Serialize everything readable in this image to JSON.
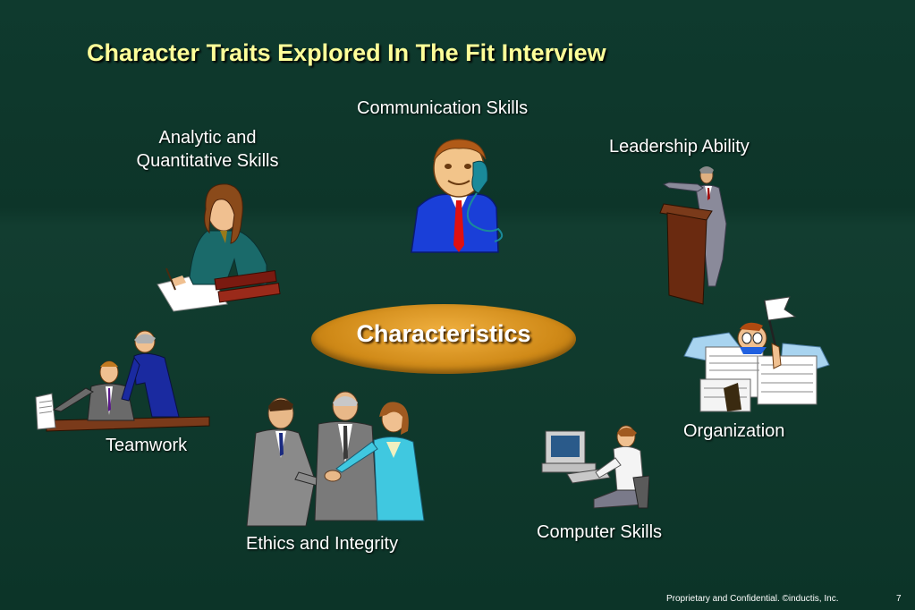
{
  "slide": {
    "title": "Character Traits Explored In The Fit Interview",
    "center_label": "Characteristics",
    "traits": {
      "communication": "Communication Skills",
      "analytic_line1": "Analytic and",
      "analytic_line2": "Quantitative Skills",
      "leadership": "Leadership Ability",
      "teamwork": "Teamwork",
      "organization": "Organization",
      "ethics": "Ethics and Integrity",
      "computer": "Computer Skills"
    },
    "footer": {
      "confidential": "Proprietary and Confidential. ©inductis, Inc.",
      "page_number": "7"
    }
  }
}
